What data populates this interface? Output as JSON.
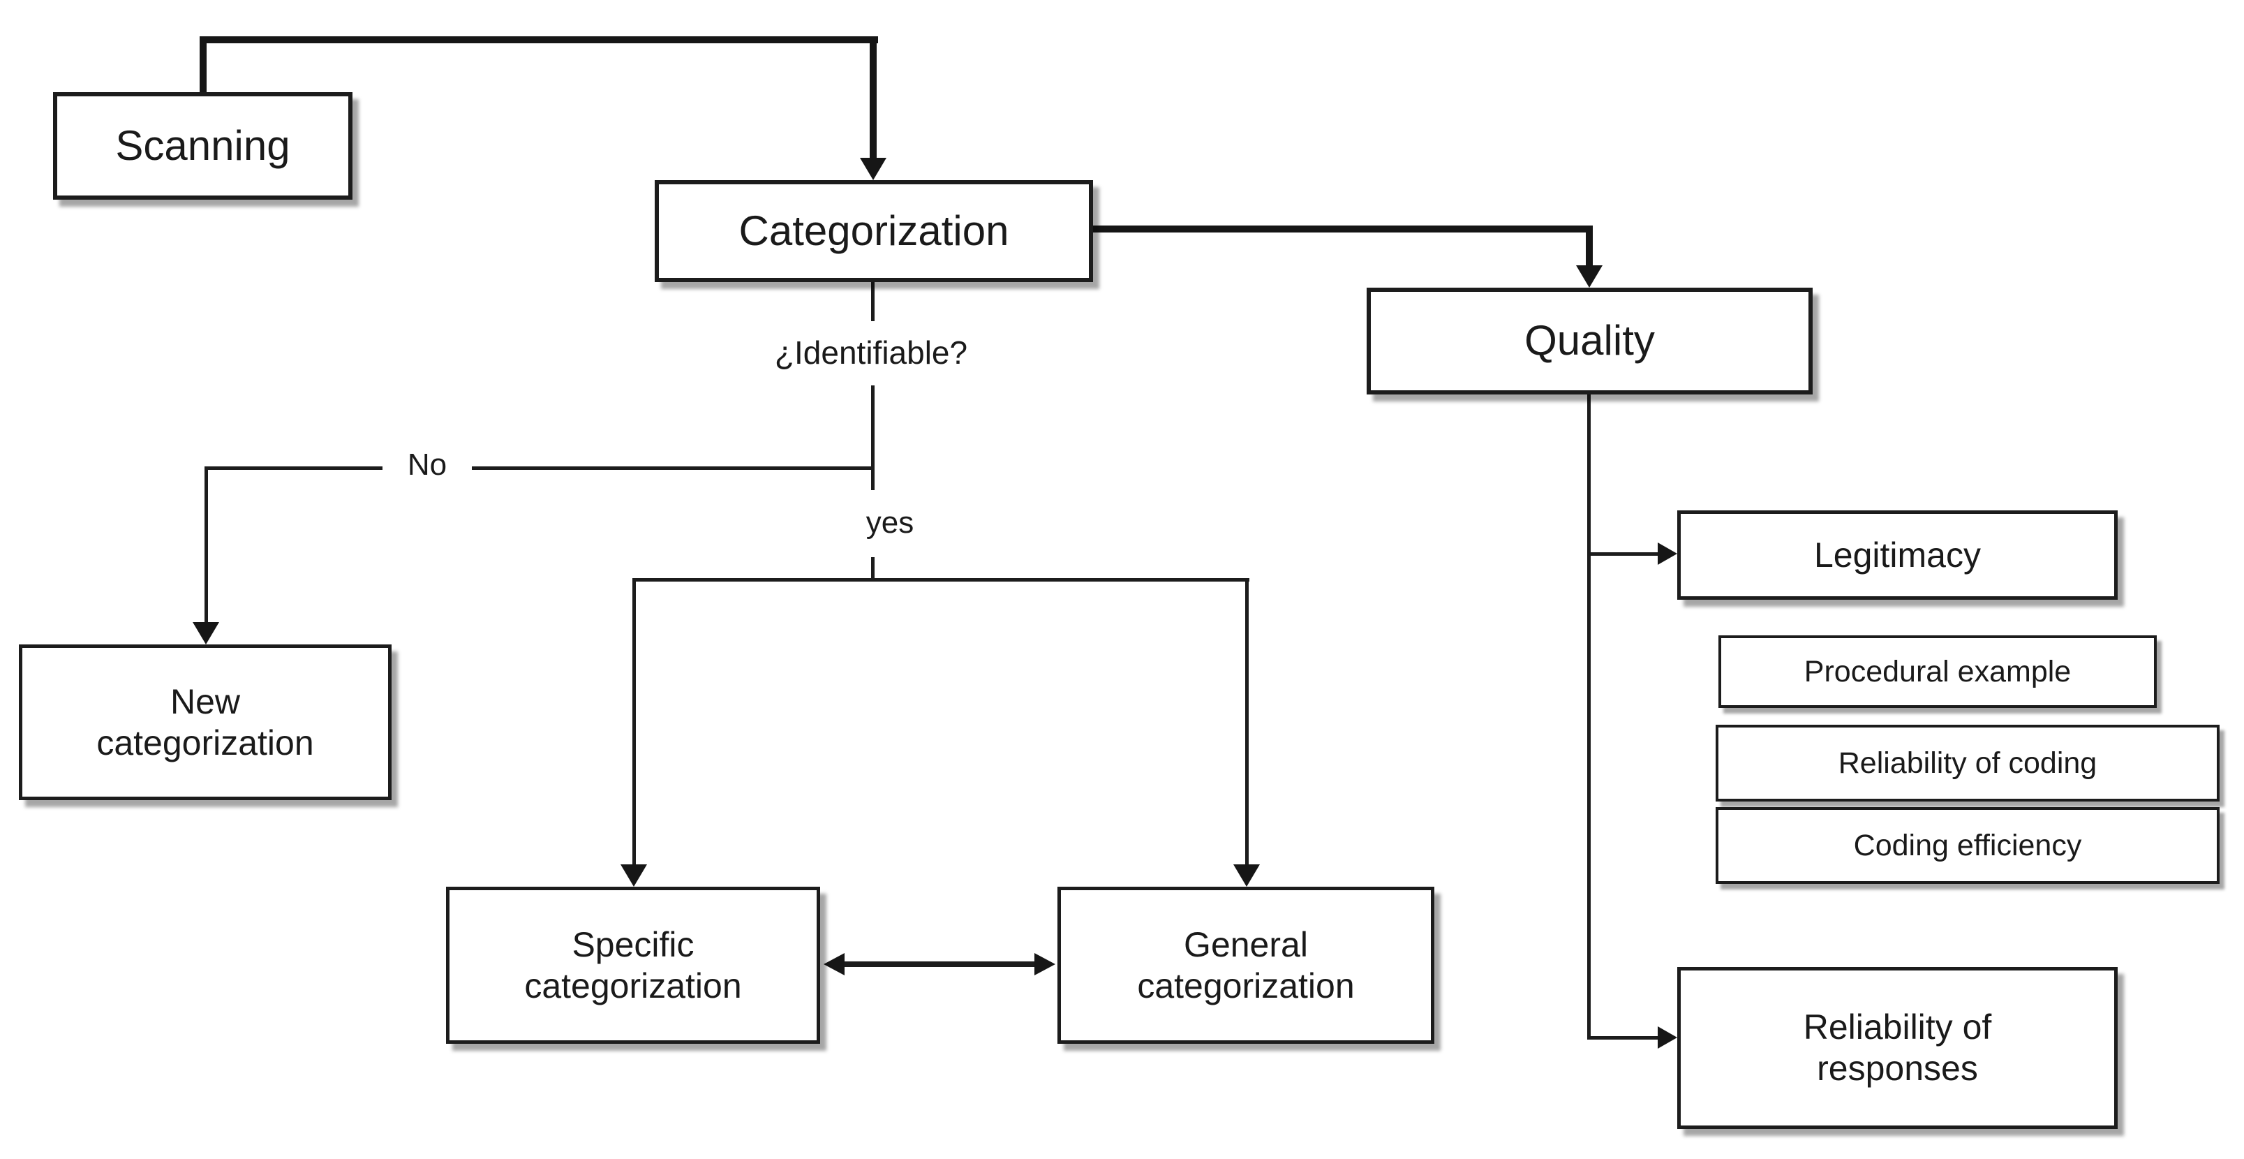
{
  "diagram": {
    "nodes": {
      "scanning": {
        "label": "Scanning"
      },
      "categorization": {
        "label": "Categorization"
      },
      "quality": {
        "label": "Quality"
      },
      "new_categorization": {
        "label": "New\ncategorization"
      },
      "specific_categorization": {
        "label": "Specific\ncategorization"
      },
      "general_categorization": {
        "label": "General\ncategorization"
      },
      "legitimacy": {
        "label": "Legitimacy"
      },
      "procedural_example": {
        "label": "Procedural example"
      },
      "reliability_of_coding": {
        "label": "Reliability of coding"
      },
      "coding_efficiency": {
        "label": "Coding efficiency"
      },
      "reliability_of_responses": {
        "label": "Reliability of\nresponses"
      }
    },
    "edge_labels": {
      "identifiable": "¿Identifiable?",
      "no": "No",
      "yes": "yes"
    },
    "colors": {
      "line": "#1c1c1c",
      "box_border": "#1c1c1c",
      "box_fill": "#ffffff",
      "text": "#1a1a1a",
      "background": "#ffffff"
    }
  }
}
